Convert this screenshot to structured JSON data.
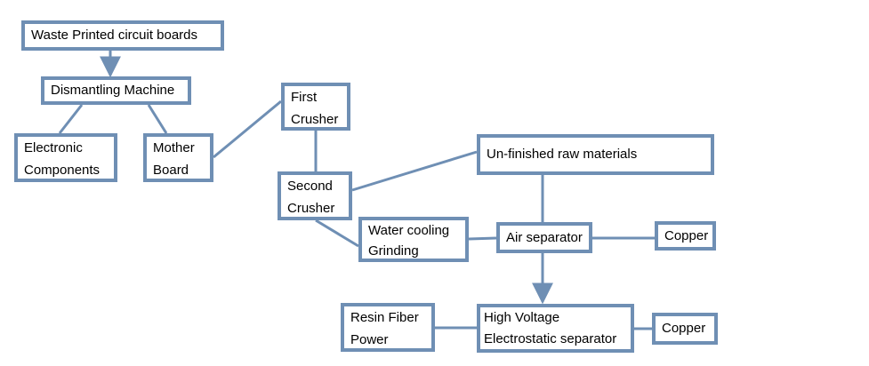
{
  "colors": {
    "border": "#6f8fb4",
    "connector": "#6f8fb4",
    "text": "#000000",
    "background": "#ffffff"
  },
  "nodes": {
    "waste_pcb": [
      "Waste Printed circuit boards"
    ],
    "dismantling": [
      "Dismantling Machine"
    ],
    "electronic": [
      "Electronic",
      "Components"
    ],
    "mother": [
      "Mother",
      "Board"
    ],
    "first_crusher": [
      "First",
      "Crusher"
    ],
    "second_crusher": [
      "Second",
      "Crusher"
    ],
    "unfinished": [
      "Un-finished raw materials"
    ],
    "water_cooling": [
      "Water cooling",
      "Grinding"
    ],
    "air_separator": [
      "Air separator"
    ],
    "copper_1": [
      "Copper"
    ],
    "resin": [
      "Resin Fiber",
      "Power"
    ],
    "hv_separator": [
      "High Voltage",
      "Electrostatic separator"
    ],
    "copper_2": [
      "Copper"
    ]
  },
  "edges": [
    {
      "from": "waste_pcb",
      "to": "dismantling",
      "arrow": true
    },
    {
      "from": "dismantling",
      "to": "electronic",
      "arrow": false
    },
    {
      "from": "dismantling",
      "to": "mother",
      "arrow": false
    },
    {
      "from": "mother",
      "to": "first_crusher",
      "arrow": false
    },
    {
      "from": "first_crusher",
      "to": "second_crusher",
      "arrow": false
    },
    {
      "from": "second_crusher",
      "to": "unfinished",
      "arrow": false
    },
    {
      "from": "second_crusher",
      "to": "water_cooling",
      "arrow": false
    },
    {
      "from": "water_cooling",
      "to": "air_separator",
      "arrow": false
    },
    {
      "from": "unfinished",
      "to": "air_separator",
      "arrow": false
    },
    {
      "from": "air_separator",
      "to": "copper_1",
      "arrow": false
    },
    {
      "from": "air_separator",
      "to": "hv_separator",
      "arrow": true
    },
    {
      "from": "resin",
      "to": "hv_separator",
      "arrow": false
    },
    {
      "from": "hv_separator",
      "to": "copper_2",
      "arrow": false
    }
  ]
}
